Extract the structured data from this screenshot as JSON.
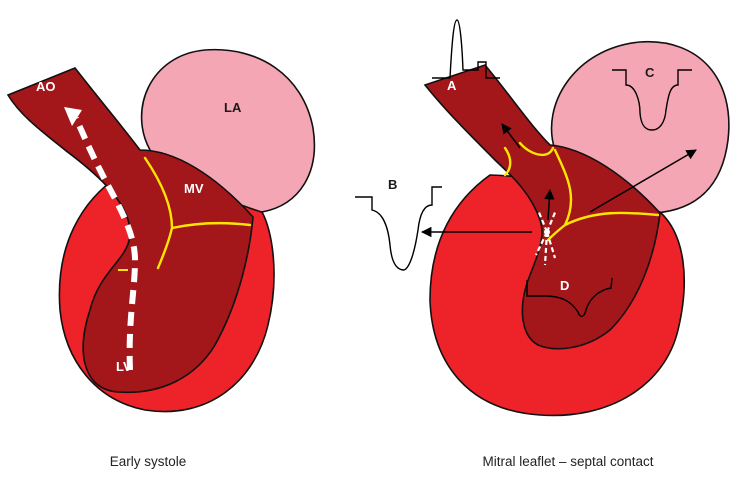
{
  "colors": {
    "myocardium": "#ee2229",
    "cavity": "#a3161a",
    "atrium": "#f4a6b4",
    "leaflet": "#ffe600",
    "outline": "#111111",
    "flow_arrow": "#ffffff"
  },
  "left_panel": {
    "labels": {
      "aorta": "AO",
      "left_atrium": "LA",
      "mitral_valve": "MV",
      "left_ventricle": "LV"
    },
    "caption": "Early systole"
  },
  "right_panel": {
    "labels": {
      "a": "A",
      "b": "B",
      "c": "C",
      "d": "D"
    },
    "caption": "Mitral leaflet – septal contact"
  }
}
